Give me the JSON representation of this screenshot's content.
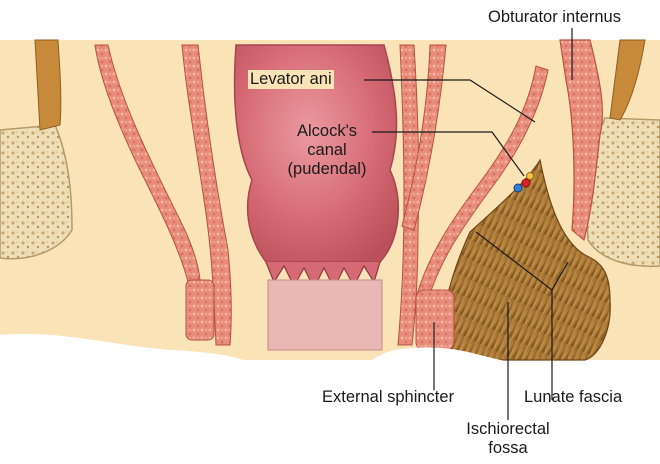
{
  "labels": {
    "obturator_internus": "Obturator internus",
    "levator_ani": "Levator ani",
    "alcocks_line1": "Alcock's",
    "alcocks_line2": "canal",
    "alcocks_line3": "(pudendal)",
    "external_sphincter": "External sphincter",
    "lunate_fascia": "Lunate fascia",
    "ischiorectal_line1": "Ischiorectal",
    "ischiorectal_line2": "fossa"
  },
  "colors": {
    "fat_background": "#fbe3b8",
    "muscle": "#e58a78",
    "muscle_outline": "#b9503f",
    "rectum": "#d9707a",
    "bone": "#f1e2bd",
    "fossa": "#a4702e",
    "vessel_blue": "#2f7fd6",
    "nerve_orange": "#e8902a"
  }
}
